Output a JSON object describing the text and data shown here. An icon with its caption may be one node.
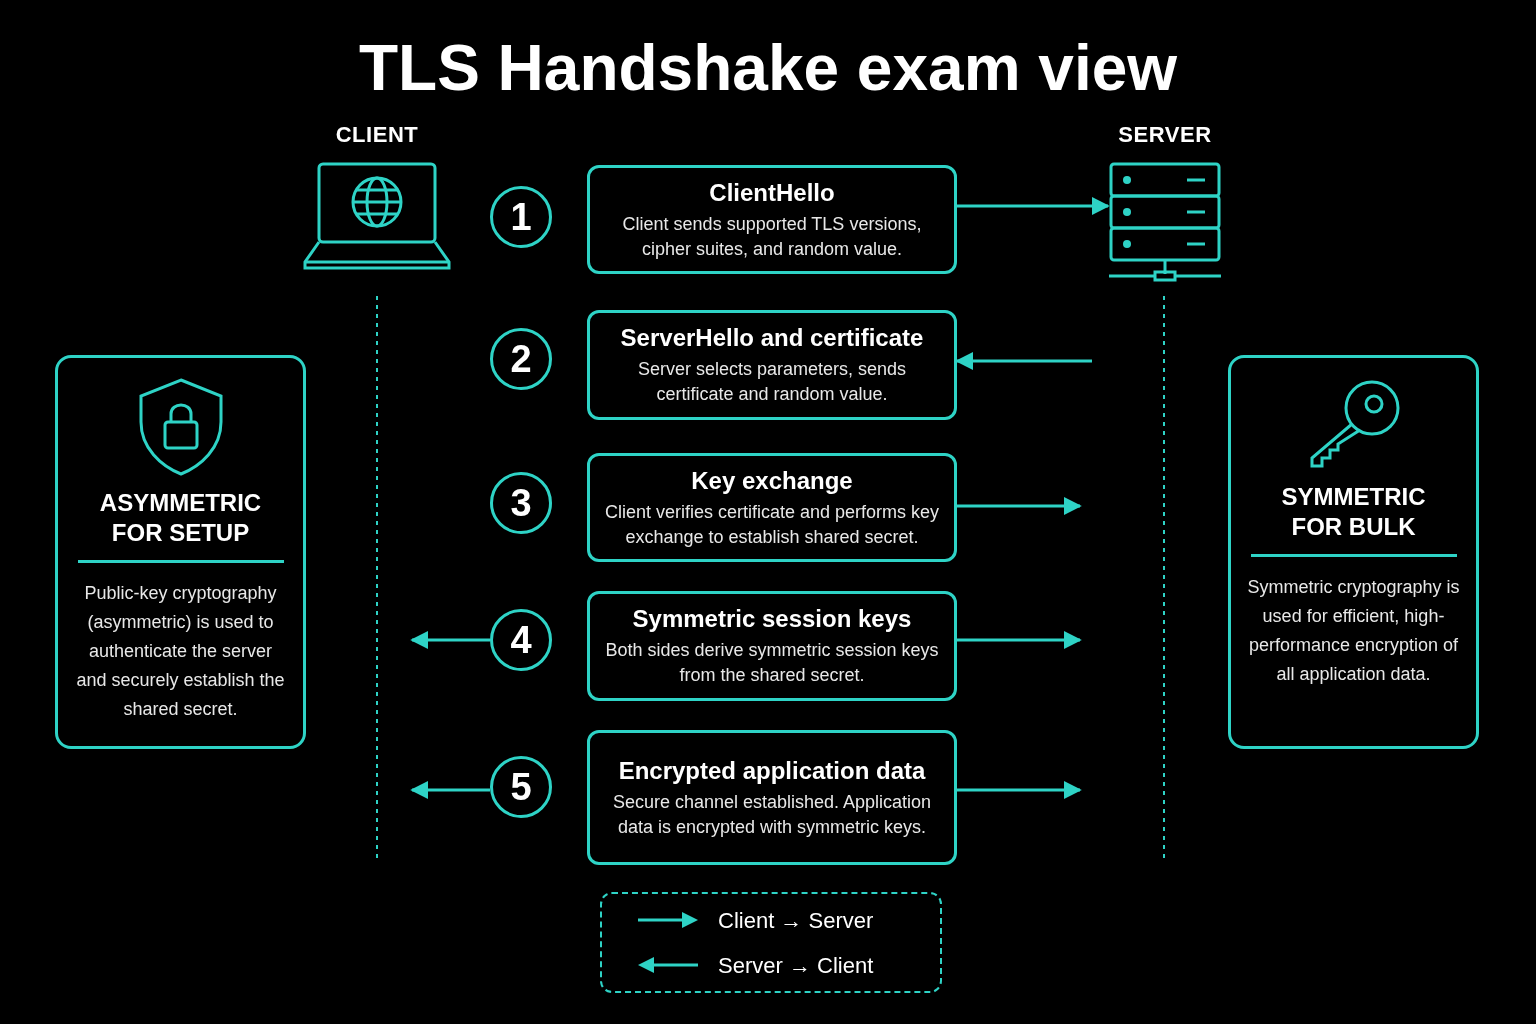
{
  "diagram": {
    "title": "TLS Handshake exam view",
    "nodes": [
      {
        "text": [
          "CLIENT"
        ]
      },
      {
        "text": [
          "SERVER"
        ]
      },
      {
        "text": [
          "1"
        ]
      },
      {
        "text": [
          "ClientHello",
          "Client sends supported TLS versions, cipher suites, and random value."
        ]
      },
      {
        "text": [
          "2"
        ]
      },
      {
        "text": [
          "ServerHello and certificate",
          "Server selects parameters, sends certificate and random value."
        ]
      },
      {
        "text": [
          "3"
        ]
      },
      {
        "text": [
          "Key exchange",
          "Client verifies certificate and performs key exchange to establish shared secret."
        ]
      },
      {
        "text": [
          "4"
        ]
      },
      {
        "text": [
          "Symmetric session keys",
          "Both sides derive symmetric session keys from the shared secret."
        ]
      },
      {
        "text": [
          "5"
        ]
      },
      {
        "text": [
          "Encrypted application data",
          "Secure channel established. Application data is encrypted with symmetric keys."
        ]
      },
      {
        "text": [
          "ASYMMETRIC FOR SETUP",
          "Public-key cryptography (asymmetric) is used to authenticate the server and securely establish the shared secret."
        ]
      },
      {
        "text": [
          "SYMMETRIC FOR BULK",
          "Symmetric cryptography is used for efficient, high-performance encryption of all application data."
        ]
      }
    ],
    "edges": [
      {
        "from": 3,
        "to": 1,
        "arrow": "to"
      },
      {
        "from": null,
        "to": 5,
        "arrow": "to"
      },
      {
        "from": 7,
        "to": null,
        "arrow": "to"
      },
      {
        "from": 8,
        "to": null,
        "arrow": "to"
      },
      {
        "from": 9,
        "to": null,
        "arrow": "to"
      },
      {
        "from": 10,
        "to": null,
        "arrow": "to"
      },
      {
        "from": 11,
        "to": null,
        "arrow": "to"
      }
    ],
    "legend": [
      {
        "text": "Client → Server"
      },
      {
        "text": "Server → Client"
      }
    ]
  }
}
